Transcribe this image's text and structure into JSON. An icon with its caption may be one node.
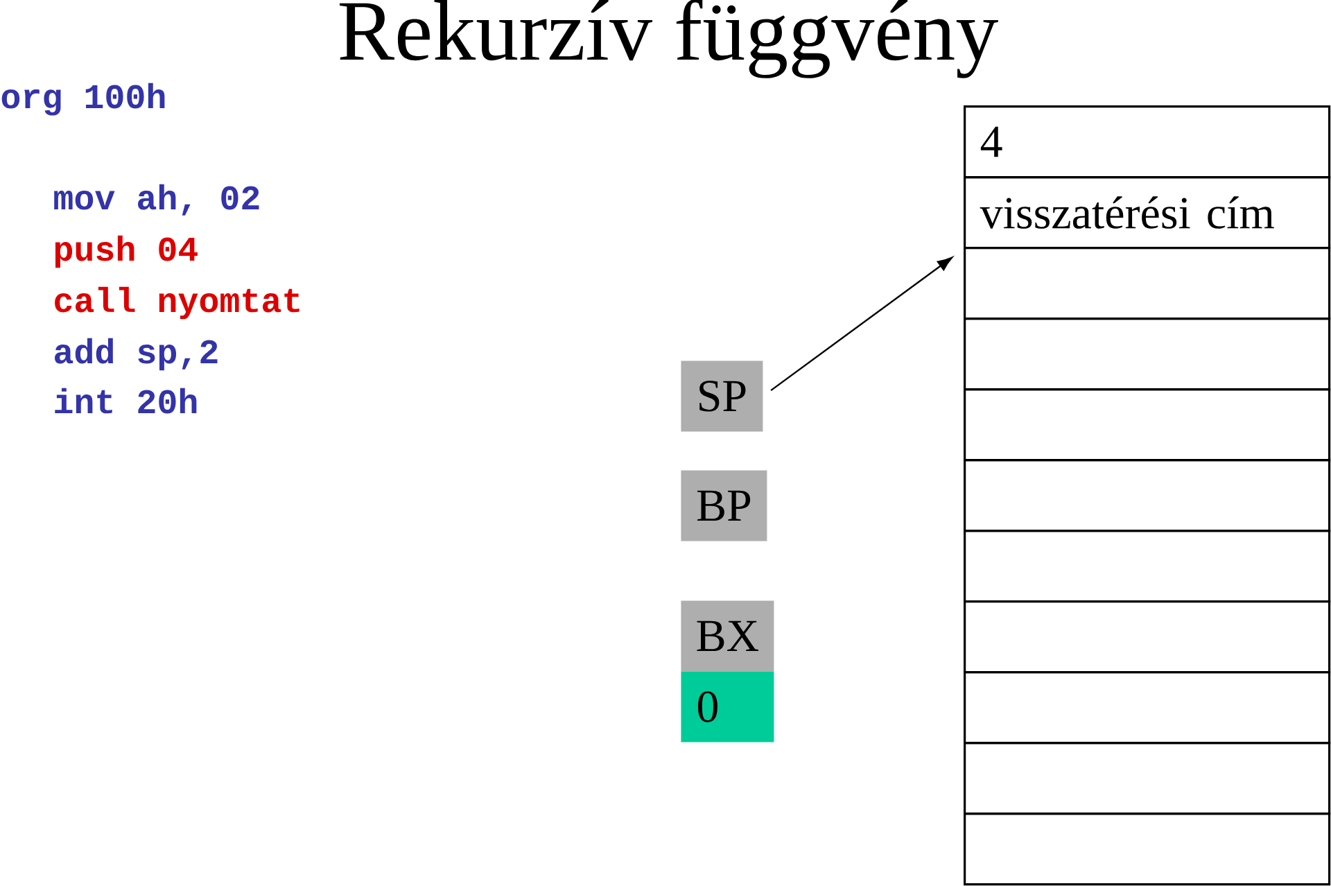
{
  "diagram": {
    "title": "Rekurzív függvény",
    "nodes": [
      {
        "text": [
          "SP"
        ]
      },
      {
        "text": [
          "BP"
        ]
      },
      {
        "text": [
          "BX"
        ]
      },
      {
        "text": [
          "0"
        ]
      },
      {
        "text": [
          "4"
        ]
      },
      {
        "text": [
          "visszatérési cím"
        ]
      },
      {
        "text": [],
        "shape": "box"
      },
      {
        "text": [],
        "shape": "box"
      },
      {
        "text": [],
        "shape": "box"
      },
      {
        "text": [],
        "shape": "box"
      },
      {
        "text": [],
        "shape": "box"
      },
      {
        "text": [],
        "shape": "box"
      },
      {
        "text": [],
        "shape": "box"
      },
      {
        "text": [],
        "shape": "box"
      },
      {
        "text": [],
        "shape": "box"
      }
    ],
    "edges": [
      {
        "from": 0,
        "to": 5,
        "arrow": "to"
      }
    ],
    "labels": [
      "org 100h",
      "mov ah, 02",
      "push 04",
      "call nyomtat",
      "add sp,2",
      "int 20h"
    ]
  }
}
